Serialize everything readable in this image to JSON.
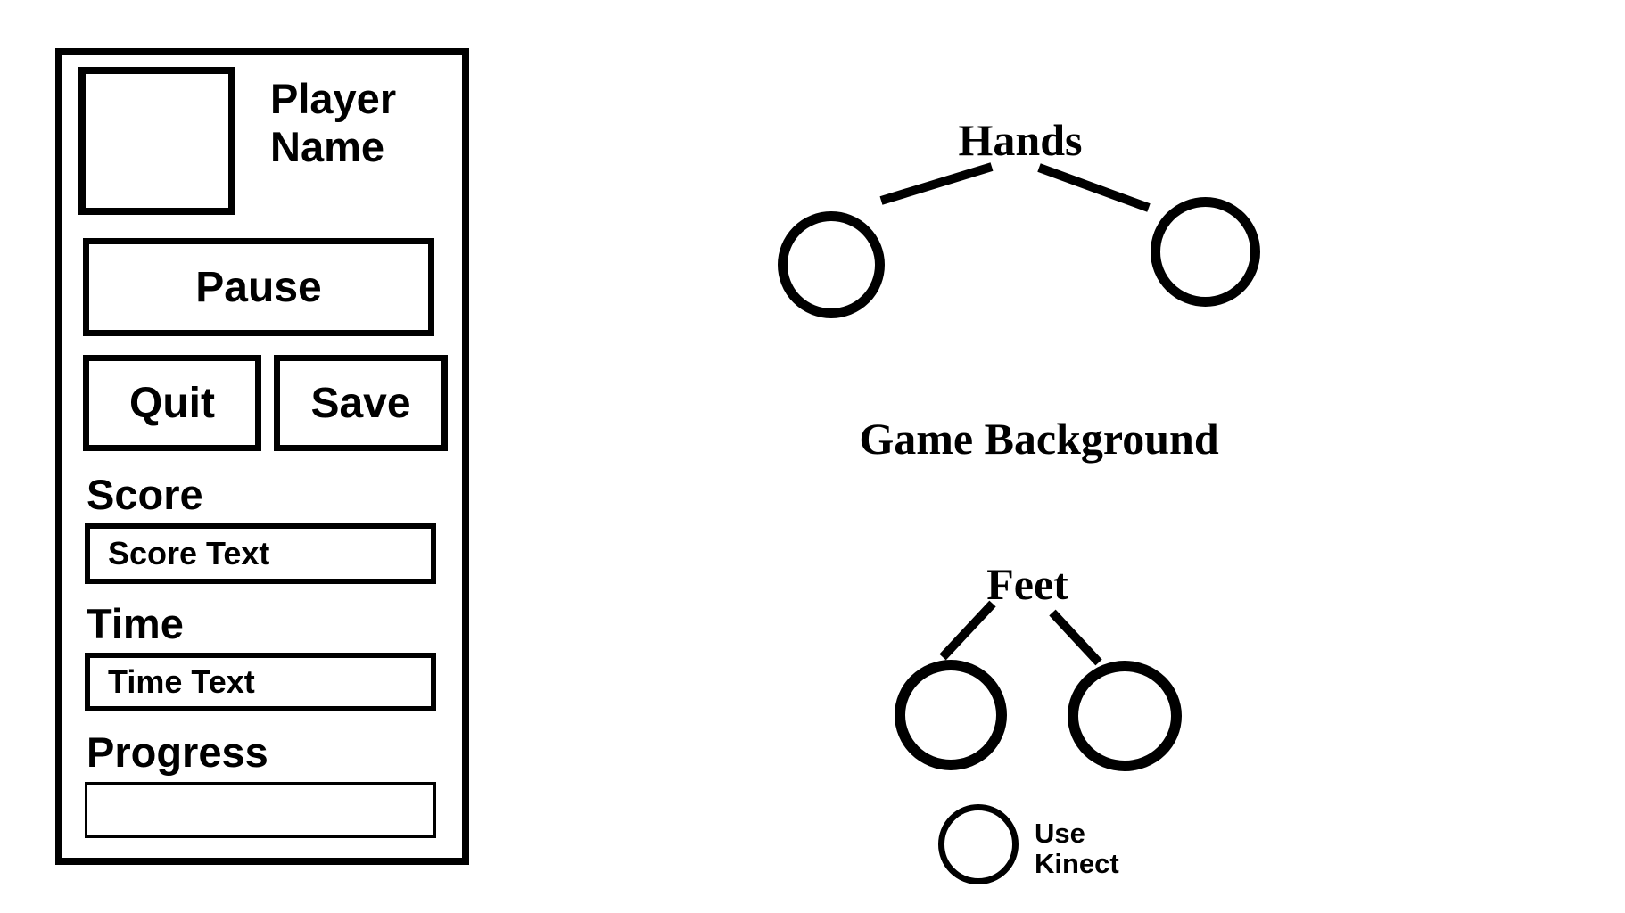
{
  "colors": {
    "ink": "#000000",
    "paper": "#ffffff"
  },
  "hud_panel": {
    "player_name_label": "Player Name",
    "pause_button": "Pause",
    "quit_button": "Quit",
    "save_button": "Save",
    "score_label": "Score",
    "score_text": "Score Text",
    "time_label": "Time",
    "time_text": "Time Text",
    "progress_label": "Progress"
  },
  "stage": {
    "hands_label": "Hands",
    "game_background_label": "Game Background",
    "feet_label": "Feet",
    "use_kinect_label": "Use Kinect"
  }
}
